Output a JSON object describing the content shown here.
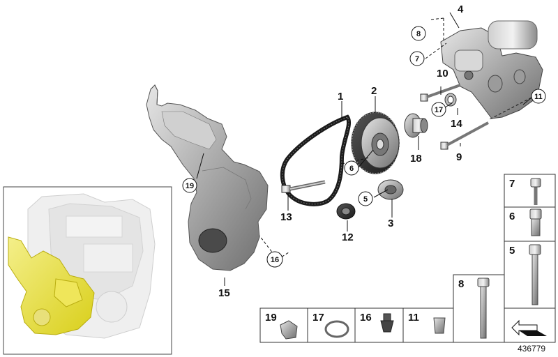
{
  "diagram_id": "436779",
  "callouts": {
    "belt": "1",
    "vibration_damper": "2",
    "pulley_lower": "3",
    "bracket": "4",
    "bolt_pulley": "5",
    "bolt_damper": "6",
    "bolt_bracket_top": "7",
    "bolt_bracket_top_dashed": "8",
    "bolt_long": "9",
    "bolt_bracket_mid": "10",
    "bushing_bracket": "11",
    "idler_roller": "12",
    "bolt_idler": "13",
    "seal_ring_pulley": "14",
    "cover_housing": "15",
    "clip_nut_cover": "16",
    "seal_ring_circle": "17",
    "idler_pulley": "18",
    "clamp_cover": "19"
  },
  "parts_table": {
    "right_column": [
      "7",
      "6",
      "5"
    ],
    "bottom_row": [
      "19",
      "17",
      "16",
      "11",
      "8"
    ]
  }
}
